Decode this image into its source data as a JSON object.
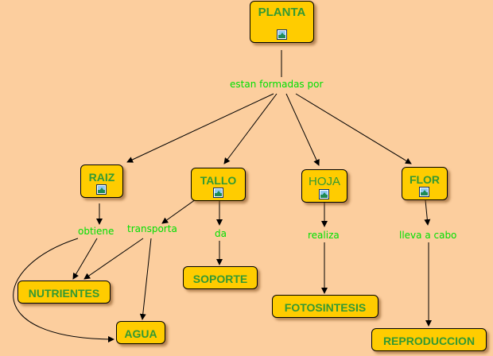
{
  "concepts": {
    "planta": "PLANTA",
    "raiz": "RAIZ",
    "tallo": "TALLO",
    "hoja": "HOJA",
    "flor": "FLOR",
    "nutrientes": "NUTRIENTES",
    "agua": "AGUA",
    "soporte": "SOPORTE",
    "fotosintesis": "FOTOSINTESIS",
    "reproduccion": "REPRODUCCION"
  },
  "linking_phrases": {
    "estan_formadas_por": "estan formadas por",
    "obtiene": "obtiene",
    "transporta": "transporta",
    "da": "da",
    "realiza": "realiza",
    "lleva_a_cabo": "lleva a cabo"
  },
  "icons": {
    "concept_image": "image-icon"
  },
  "colors": {
    "background": "#FCCE9E",
    "concept_fill": "#FFCC00",
    "concept_text": "#339933",
    "linking_text": "#00E000",
    "lines": "#000000"
  }
}
